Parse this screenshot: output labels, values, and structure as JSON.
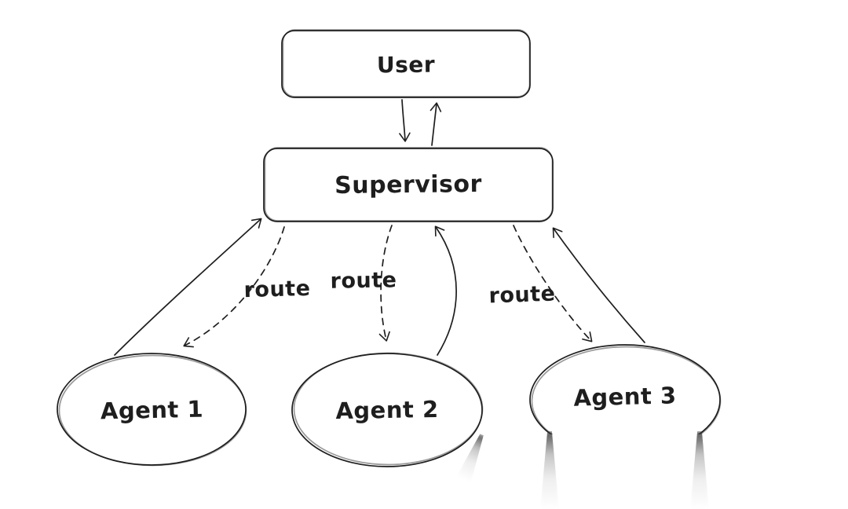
{
  "diagram": {
    "background_color": "#ffffff",
    "stroke_color": "#1e1e1e",
    "smudge_color": "#6e6e6e",
    "style": "hand-drawn sketch (whiteboard)",
    "nodes": {
      "user": {
        "label": "User",
        "shape": "rounded-rectangle"
      },
      "supervisor": {
        "label": "Supervisor",
        "shape": "rounded-rectangle"
      },
      "agent1": {
        "label": "Agent 1",
        "shape": "ellipse"
      },
      "agent2": {
        "label": "Agent 2",
        "shape": "ellipse"
      },
      "agent3": {
        "label": "Agent 3",
        "shape": "ellipse"
      }
    },
    "edges": [
      {
        "from": "user",
        "to": "supervisor",
        "style": "solid",
        "label": ""
      },
      {
        "from": "supervisor",
        "to": "user",
        "style": "solid",
        "label": ""
      },
      {
        "from": "supervisor",
        "to": "agent1",
        "style": "dashed",
        "label": "route"
      },
      {
        "from": "agent1",
        "to": "supervisor",
        "style": "solid",
        "label": ""
      },
      {
        "from": "supervisor",
        "to": "agent2",
        "style": "dashed",
        "label": "route"
      },
      {
        "from": "agent2",
        "to": "supervisor",
        "style": "solid",
        "label": ""
      },
      {
        "from": "supervisor",
        "to": "agent3",
        "style": "dashed",
        "label": "route"
      },
      {
        "from": "agent3",
        "to": "supervisor",
        "style": "solid",
        "label": ""
      }
    ]
  }
}
